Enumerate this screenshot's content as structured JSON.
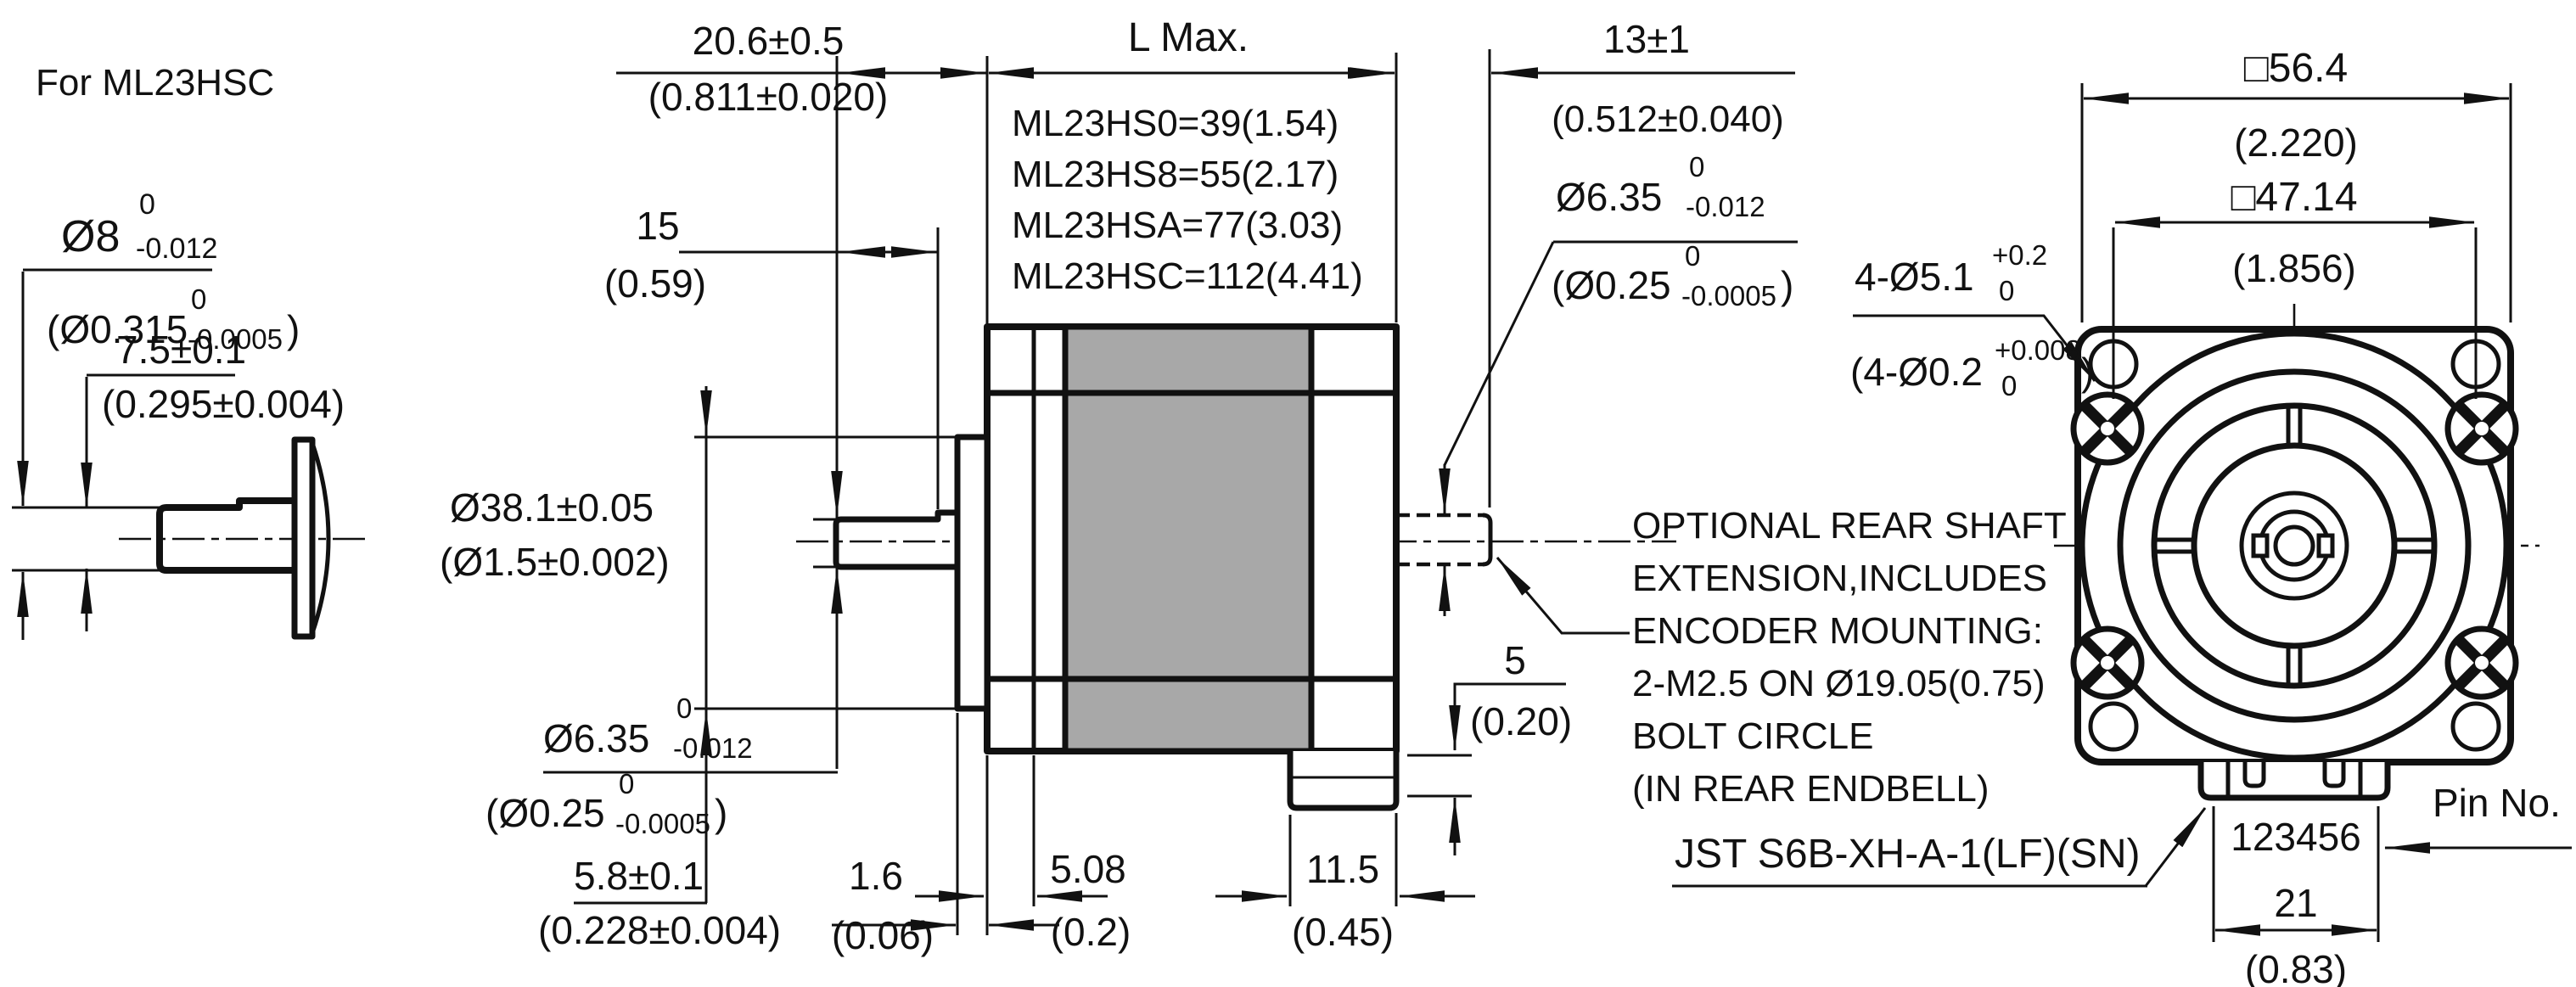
{
  "header": {
    "title": "For ML23HSC"
  },
  "colors": {
    "line": "#111111",
    "lamination_gray": "#a8a8a8",
    "background": "#ffffff"
  },
  "shaft_detail": {
    "dia_mm_main": "Ø8",
    "dia_mm_sup": "0",
    "dia_mm_sub": "-0.012",
    "dia_in_main": "(Ø0.315",
    "dia_in_sup": "0",
    "dia_in_sub": "-0.0005",
    "dia_in_close": ")",
    "len_mm": "7.5±0.1",
    "len_in": "(0.295±0.004)"
  },
  "side_view": {
    "front_ext_mm": "20.6±0.5",
    "front_ext_in": "(0.811±0.020)",
    "step_mm": "15",
    "step_in": "(0.59)",
    "lmax_label": "L Max.",
    "length_table": [
      "ML23HS0=39(1.54)",
      "ML23HS8=55(2.17)",
      "ML23HSA=77(3.03)",
      "ML23HSC=112(4.41)"
    ],
    "rear_ext_mm": "13±1",
    "rear_ext_in": "(0.512±0.040)",
    "rshaft_main": "Ø6.35",
    "rshaft_sup": "0",
    "rshaft_sub": "-0.012",
    "rshaft_in_main": "(Ø0.25",
    "rshaft_in_sup": "0",
    "rshaft_in_sub": "-0.0005",
    "rshaft_in_close": ")",
    "pilot_mm": "Ø38.1±0.05",
    "pilot_in": "(Ø1.5±0.002)",
    "fshaft_main": "Ø6.35",
    "fshaft_sup": "0",
    "fshaft_sub": "-0.012",
    "fshaft_in_main": "(Ø0.25",
    "fshaft_in_sup": "0",
    "fshaft_in_sub": "-0.0005",
    "fshaft_in_close": ")",
    "hub_mm": "5.8±0.1",
    "hub_in": "(0.228±0.004)",
    "boss_mm": "1.6",
    "boss_in": "(0.06)",
    "pilot_depth_mm": "5.08",
    "pilot_depth_in": "(0.2)",
    "conn_w_mm": "11.5",
    "conn_w_in": "(0.45)",
    "conn_h_mm": "5",
    "conn_h_in": "(0.20)"
  },
  "notes": {
    "rear_note": [
      "OPTIONAL REAR SHAFT",
      "EXTENSION,INCLUDES",
      "ENCODER MOUNTING:",
      "2-M2.5 ON Ø19.05(0.75)",
      "BOLT CIRCLE",
      "(IN REAR ENDBELL)"
    ],
    "connector_label": "JST S6B-XH-A-1(LF)(SN)",
    "pin_no_label": "Pin No.",
    "pin_numbers": "123456",
    "pin_w_mm": "21",
    "pin_w_in": "(0.83)"
  },
  "front_view": {
    "sq_mm": "□56.4",
    "sq_in": "(2.220)",
    "bolt_mm": "□47.14",
    "bolt_in": "(1.856)",
    "holes_main": "4-Ø5.1",
    "holes_sup": "+0.2",
    "holes_sub": "0",
    "holes_in_main": "(4-Ø0.2",
    "holes_in_sup": "+0.008",
    "holes_in_sub": "0",
    "holes_in_close": ")"
  }
}
